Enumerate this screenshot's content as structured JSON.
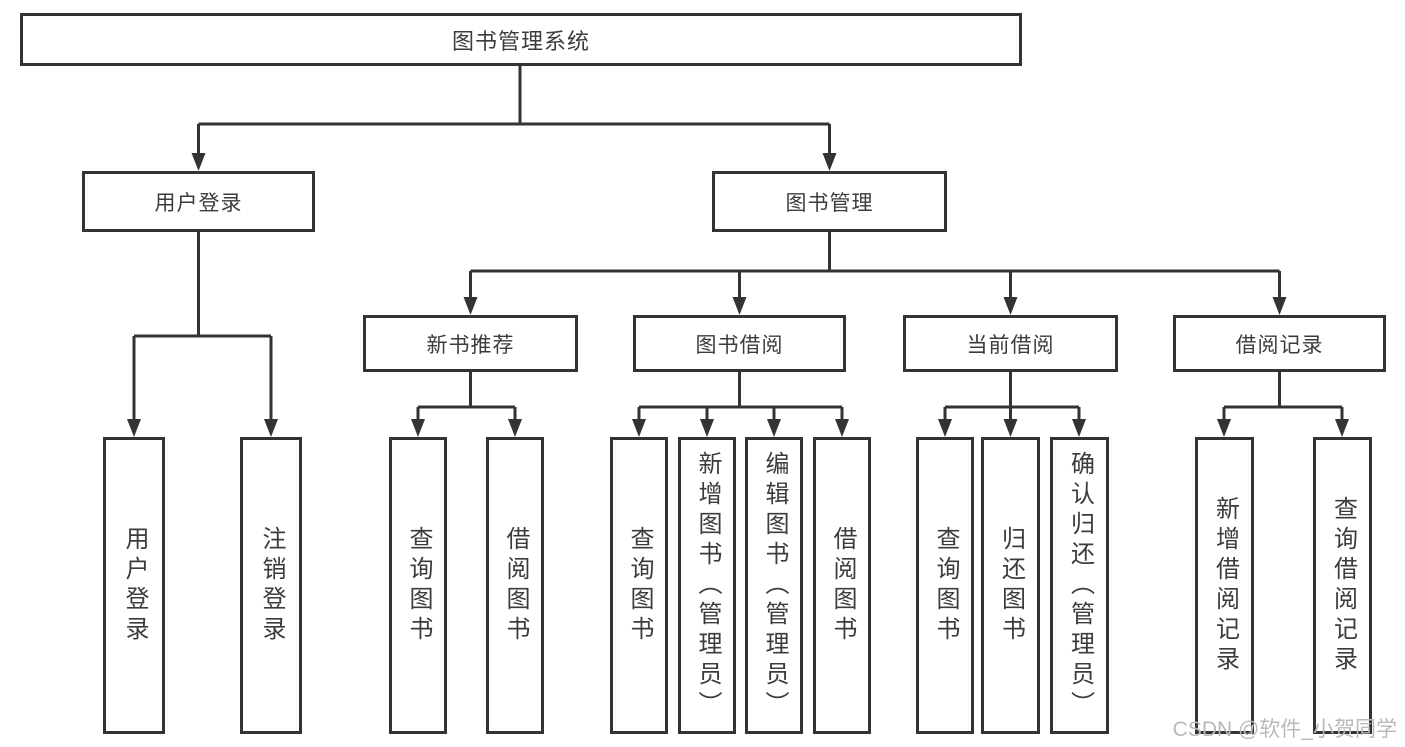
{
  "colors": {
    "line": "#333333",
    "text": "#3c3c3c",
    "background": "#ffffff",
    "watermark": "#b9b9b9"
  },
  "watermark": "CSDN @软件_小贺同学",
  "tree": {
    "root": "图书管理系统",
    "branches": [
      {
        "label": "用户登录",
        "children": [
          {
            "label": "用户登录"
          },
          {
            "label": "注销登录"
          }
        ]
      },
      {
        "label": "图书管理",
        "children": [
          {
            "label": "新书推荐",
            "children": [
              {
                "label": "查询图书"
              },
              {
                "label": "借阅图书"
              }
            ]
          },
          {
            "label": "图书借阅",
            "children": [
              {
                "label": "查询图书"
              },
              {
                "label": "新增图书（管理员）"
              },
              {
                "label": "编辑图书（管理员）"
              },
              {
                "label": "借阅图书"
              }
            ]
          },
          {
            "label": "当前借阅",
            "children": [
              {
                "label": "查询图书"
              },
              {
                "label": "归还图书"
              },
              {
                "label": "确认归还（管理员）"
              }
            ]
          },
          {
            "label": "借阅记录",
            "children": [
              {
                "label": "新增借阅记录"
              },
              {
                "label": "查询借阅记录"
              }
            ]
          }
        ]
      }
    ]
  }
}
